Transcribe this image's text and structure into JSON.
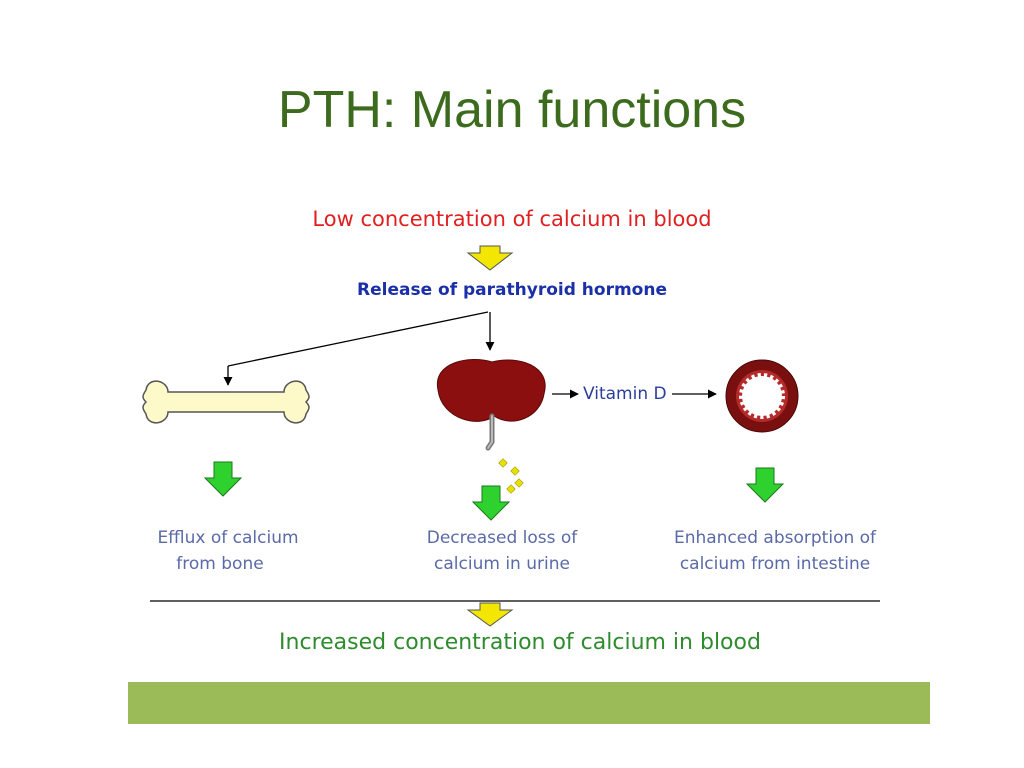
{
  "title": "PTH: Main functions",
  "colors": {
    "title": "#3d6b1e",
    "trigger_red": "#e02020",
    "hormone_blue": "#1a2fa8",
    "result_green": "#2e8b2e",
    "effect_text": "#5a6aa8",
    "vitd_text": "#2a3f9a",
    "yellow_arrow": "#f3e600",
    "green_arrow": "#2fd12f",
    "kidney": "#8b0f0f",
    "bone": "#fdf9c8",
    "footer_bar": "#9bbb59"
  },
  "diagram": {
    "trigger": "Low concentration of calcium in blood",
    "hormone": "Release of parathyroid hormone",
    "vitamin": "Vitamin D",
    "effects": {
      "bone": [
        "Efflux of calcium",
        "from bone"
      ],
      "kidney": [
        "Decreased loss of",
        "calcium in urine"
      ],
      "intestine": [
        "Enhanced absorption of",
        "calcium from intestine"
      ]
    },
    "result": "Increased concentration of calcium in blood",
    "icons": [
      "bone-icon",
      "kidney-icon",
      "intestine-icon"
    ]
  }
}
